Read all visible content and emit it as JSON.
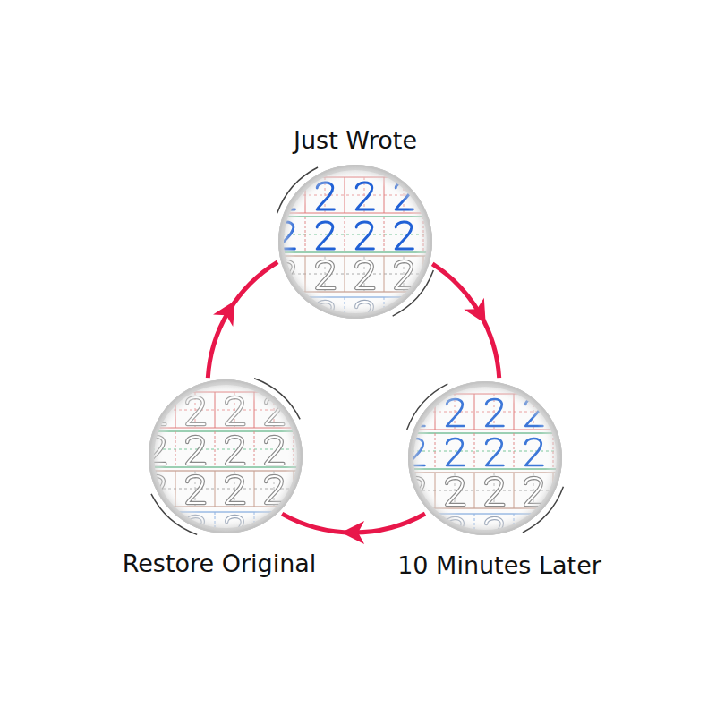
{
  "diagram": {
    "nodes": [
      {
        "text": [
          "Just Wrote"
        ]
      },
      {
        "text": [
          "10 Minutes Later"
        ]
      },
      {
        "text": [
          "Restore Original"
        ]
      }
    ],
    "edges": [
      {
        "from": 0,
        "to": 1,
        "arrow": "to"
      },
      {
        "from": 1,
        "to": 2,
        "arrow": "to"
      },
      {
        "from": 2,
        "to": 0,
        "arrow": "to"
      }
    ]
  }
}
